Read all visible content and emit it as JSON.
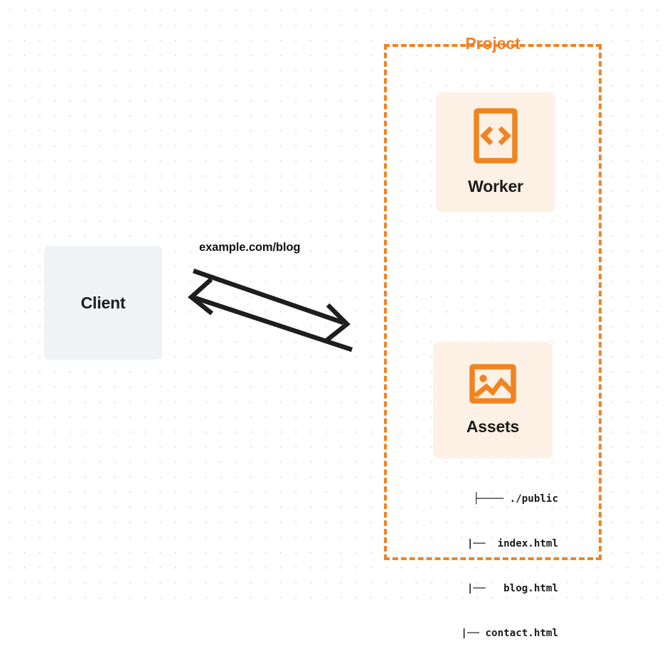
{
  "diagram": {
    "title_visible": false,
    "colors": {
      "accent_orange": "#F08422",
      "card_bg": "#FDF1E5",
      "client_bg": "#F1F2F3",
      "text_dark": "#1C1C1C",
      "dot_grid": "#E9E9EA",
      "arrow_stroke": "#1E1E1E"
    },
    "client": {
      "label": "Client"
    },
    "connection": {
      "label": "example.com/blog",
      "request_direction": "client-to-project",
      "response_direction": "project-to-client"
    },
    "project": {
      "title": "Project",
      "border_style": "dashed",
      "nodes": [
        {
          "id": "worker",
          "label": "Worker",
          "icon": "code-brackets-document-icon"
        },
        {
          "id": "assets",
          "label": "Assets",
          "icon": "image-picture-icon"
        }
      ],
      "file_tree": [
        "├──── ./public",
        "   |──  index.html",
        "   |──   blog.html",
        "   |── contact.html"
      ]
    }
  }
}
